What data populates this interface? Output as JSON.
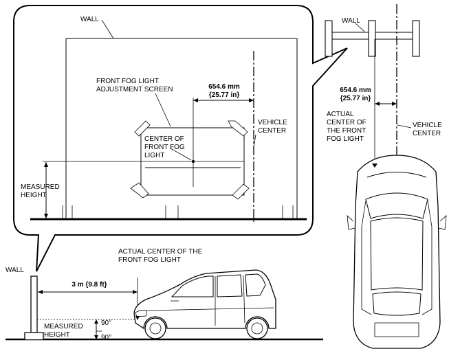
{
  "callout": {
    "wall_label": "WALL",
    "screen_label_line1": "FRONT FOG LIGHT",
    "screen_label_line2": "ADJUSTMENT SCREEN",
    "distance_mm": "654.6 mm",
    "distance_in": "{25.77 in}",
    "vehicle_center_line1": "VEHICLE",
    "vehicle_center_line2": "CENTER",
    "center_line1": "CENTER OF",
    "center_line2": "FRONT FOG",
    "center_line3": "LIGHT",
    "measured_line1": "MEASURED",
    "measured_line2": "HEIGHT"
  },
  "side_view": {
    "wall_label": "WALL",
    "actual_center_line1": "ACTUAL CENTER OF THE",
    "actual_center_line2": "FRONT FOG LIGHT",
    "distance": "3 m {9.8 ft}",
    "measured_line1": "MEASURED",
    "measured_line2": "HEIGHT",
    "angle_top": "90°",
    "angle_bottom": "90°"
  },
  "top_view": {
    "wall_label": "WALL",
    "distance_mm": "654.6 mm",
    "distance_in": "{25.77 in}",
    "actual_line1": "ACTUAL",
    "actual_line2": "CENTER OF",
    "actual_line3": "THE FRONT",
    "actual_line4": "FOG LIGHT",
    "vehicle_center_line1": "VEHICLE",
    "vehicle_center_line2": "CENTER"
  }
}
